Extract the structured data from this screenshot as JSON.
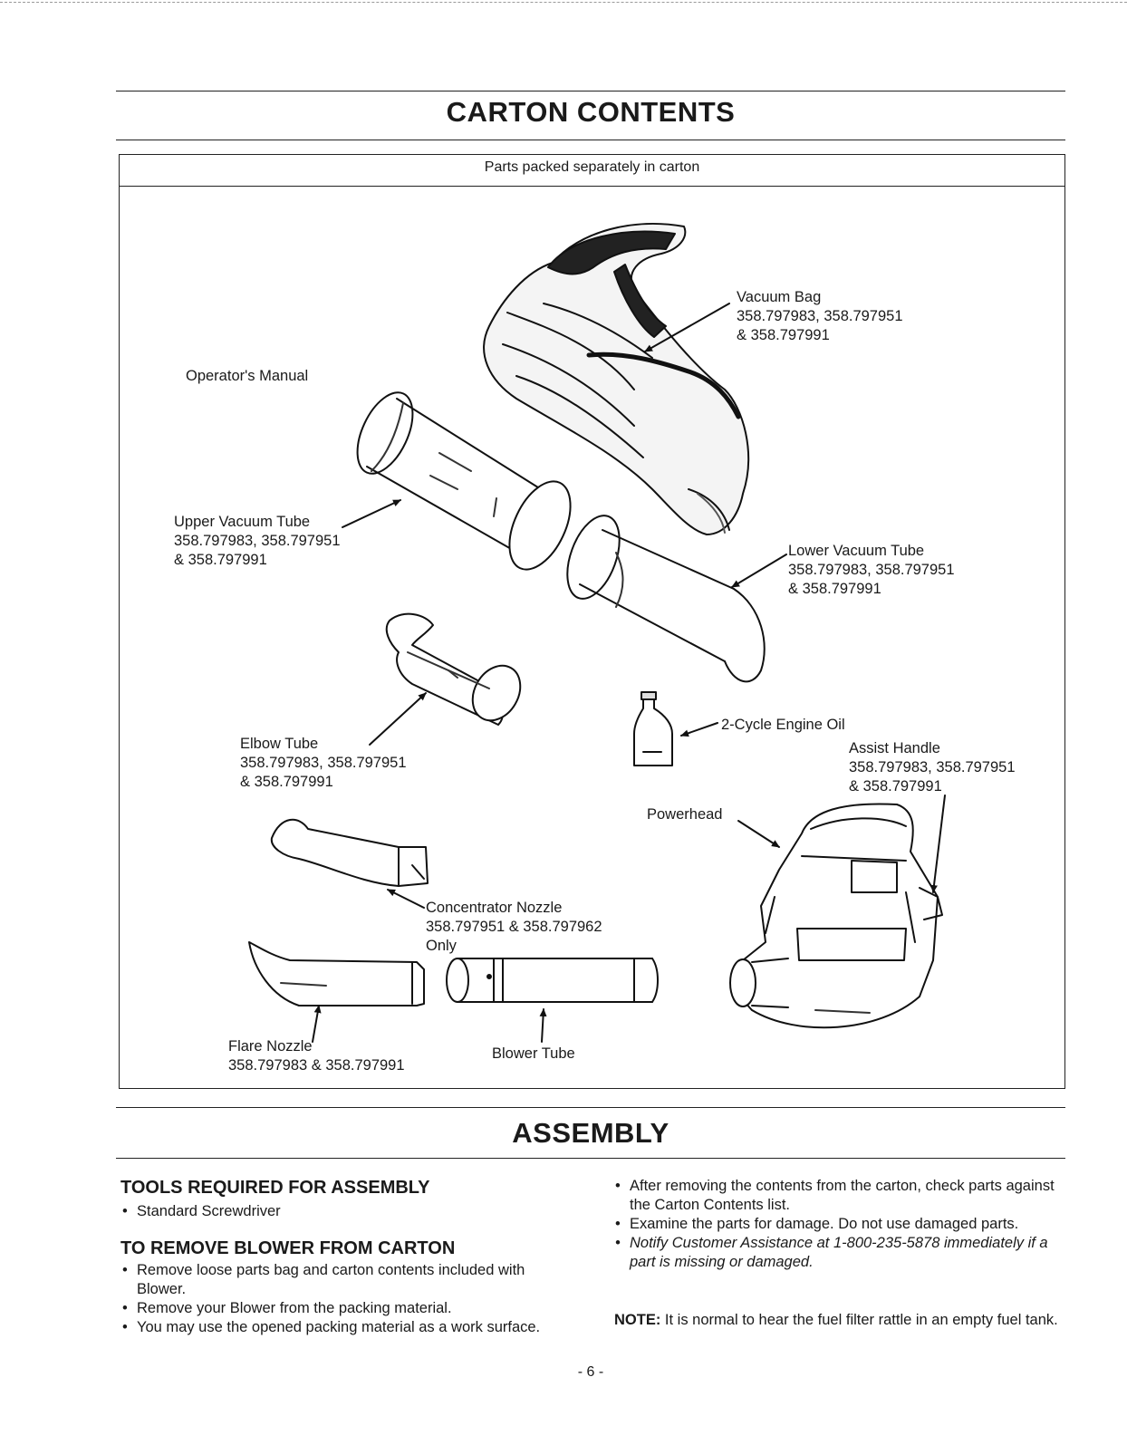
{
  "carton": {
    "heading": "CARTON CONTENTS",
    "box_title": "Parts packed separately in carton",
    "labels": {
      "vacuum_bag": [
        "Vacuum Bag",
        "358.797983, 358.797951",
        "& 358.797991"
      ],
      "operators_manual": [
        "Operator's Manual"
      ],
      "upper_vacuum_tube": [
        "Upper Vacuum Tube",
        "358.797983, 358.797951",
        "& 358.797991"
      ],
      "lower_vacuum_tube": [
        "Lower Vacuum Tube",
        "358.797983, 358.797951",
        "& 358.797991"
      ],
      "elbow_tube": [
        "Elbow Tube",
        "358.797983, 358.797951",
        "& 358.797991"
      ],
      "engine_oil": [
        "2-Cycle Engine Oil"
      ],
      "assist_handle": [
        "Assist Handle",
        "358.797983, 358.797951",
        "& 358.797991"
      ],
      "powerhead": [
        "Powerhead"
      ],
      "concentrator_nozzle": [
        "Concentrator Nozzle",
        "358.797951 & 358.797962",
        "Only"
      ],
      "flare_nozzle": [
        "Flare Nozzle",
        "358.797983 & 358.797991"
      ],
      "blower_tube": [
        "Blower Tube"
      ]
    }
  },
  "assembly": {
    "heading": "ASSEMBLY",
    "tools_heading": "TOOLS REQUIRED FOR ASSEMBLY",
    "tools_items": [
      "Standard Screwdriver"
    ],
    "remove_heading": "TO REMOVE BLOWER FROM CARTON",
    "remove_items": [
      "Remove loose parts bag and carton contents included with Blower.",
      "Remove your Blower from the packing material.",
      "You may use the opened packing material as a work surface."
    ],
    "right_items": [
      "After removing the contents from the carton, check parts against the Carton Contents list.",
      "Examine the parts for damage. Do not use damaged parts.",
      "Notify Customer Assistance at 1-800-235-5878 immediately if a part is missing or damaged."
    ],
    "note_label": "NOTE:",
    "note_text": " It is normal to hear the fuel filter rattle in an empty fuel tank."
  },
  "page_number": "- 6 -"
}
